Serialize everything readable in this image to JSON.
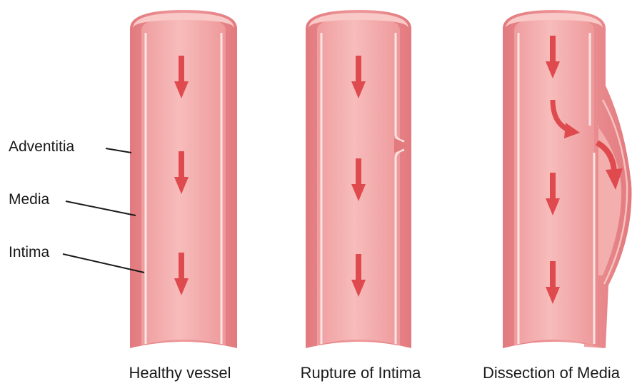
{
  "layer_labels": {
    "adventitia": "Adventitia",
    "media": "Media",
    "intima": "Intima"
  },
  "captions": {
    "healthy": "Healthy vessel",
    "rupture": "Rupture of Intima",
    "dissection": "Dissection of Media"
  },
  "colors": {
    "vessel_wall": "#e8868a",
    "vessel_lumen": "#f2a6a6",
    "vessel_lumen_light": "#f7bcbb",
    "vessel_top": "#f6b3b1",
    "intima_line": "#fbe3e1",
    "arrow": "#de4a4e",
    "leader_line": "#1a1a1a"
  }
}
